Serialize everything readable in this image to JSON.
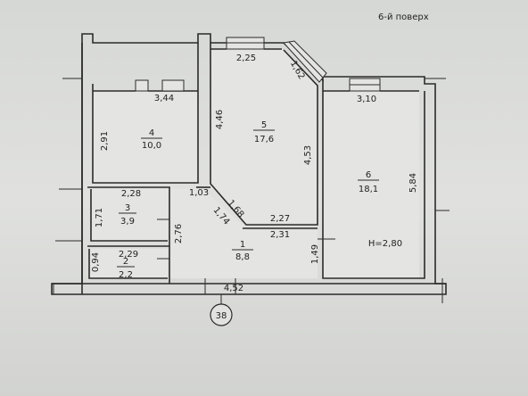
{
  "header": {
    "floor_label": "6-й поверх"
  },
  "rooms": [
    {
      "number": "1",
      "area": "8,8"
    },
    {
      "number": "2",
      "area": "2,2"
    },
    {
      "number": "3",
      "area": "3,9"
    },
    {
      "number": "4",
      "area": "10,0"
    },
    {
      "number": "5",
      "area": "17,6"
    },
    {
      "number": "6",
      "area": "18,1"
    }
  ],
  "dimensions": {
    "d_2_25": "2,25",
    "d_1_62": "1,62",
    "d_3_44": "3,44",
    "d_3_10": "3,10",
    "d_2_91": "2,91",
    "d_4_46": "4,46",
    "d_4_53": "4,53",
    "d_5_84": "5,84",
    "d_2_28": "2,28",
    "d_1_03": "1,03",
    "d_1_68": "1,68",
    "d_1_74": "1,74",
    "d_2_27": "2,27",
    "d_2_31": "2,31",
    "d_1_71": "1,71",
    "d_2_76": "2,76",
    "d_2_29": "2,29",
    "d_0_94": "0,94",
    "d_1_49": "1,49",
    "d_4_52": "4,52"
  },
  "ceiling_height": "H=2,80",
  "axis_marker": "38"
}
